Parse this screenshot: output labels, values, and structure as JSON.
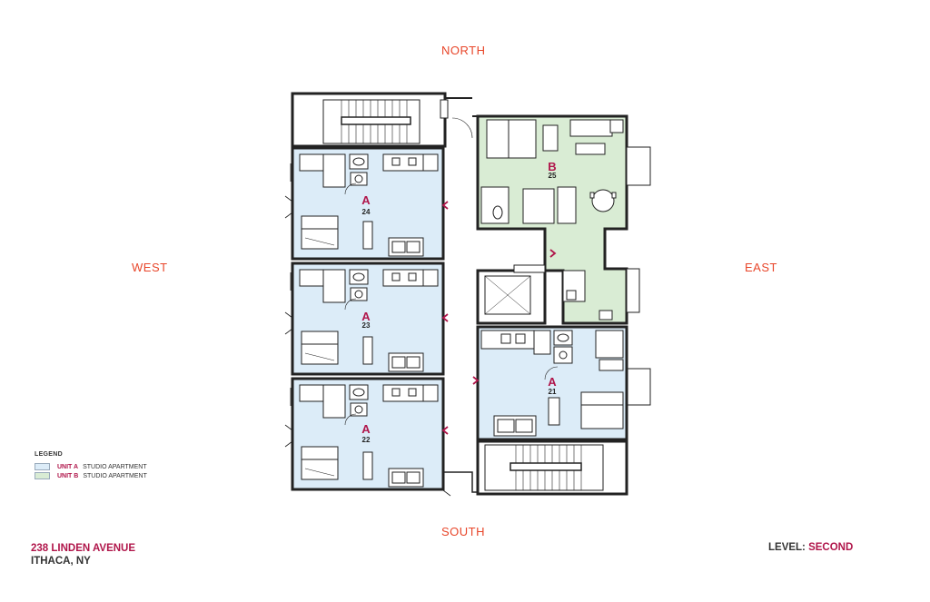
{
  "compass": {
    "north": "NORTH",
    "south": "SOUTH",
    "west": "WEST",
    "east": "EAST"
  },
  "colors": {
    "compass": "#e8462a",
    "accent": "#b0154a",
    "unit_a_fill": "#dcecf8",
    "unit_b_fill": "#d9ecd4",
    "wall": "#222222"
  },
  "legend": {
    "title": "LEGEND",
    "items": [
      {
        "unit": "UNIT A",
        "label": "STUDIO APARTMENT"
      },
      {
        "unit": "UNIT B",
        "label": "STUDIO APARTMENT"
      }
    ]
  },
  "units": [
    {
      "letter": "A",
      "number": "24"
    },
    {
      "letter": "A",
      "number": "23"
    },
    {
      "letter": "A",
      "number": "22"
    },
    {
      "letter": "B",
      "number": "25"
    },
    {
      "letter": "A",
      "number": "21"
    }
  ],
  "address": {
    "street": "238 LINDEN AVENUE",
    "city": "ITHACA, NY"
  },
  "level": {
    "label": "LEVEL:",
    "value": "SECOND"
  }
}
